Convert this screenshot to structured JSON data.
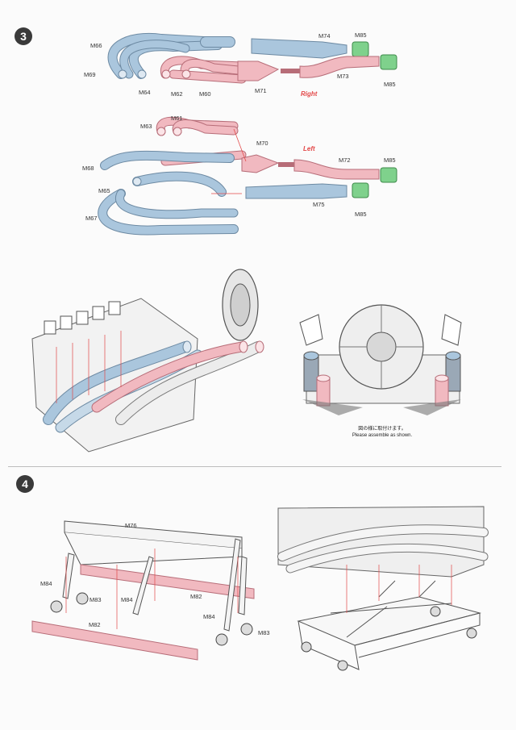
{
  "step3": {
    "number": "3",
    "side_right": "Right",
    "side_left": "Left",
    "labels": {
      "m66": "M66",
      "m69": "M69",
      "m64": "M64",
      "m62": "M62",
      "m60": "M60",
      "m71": "M71",
      "m74": "M74",
      "m85_a": "M85",
      "m73": "M73",
      "m85_b": "M85",
      "m63": "M63",
      "m61": "M61",
      "m70": "M70",
      "m68": "M68",
      "m72": "M72",
      "m85_c": "M85",
      "m65": "M65",
      "m67": "M67",
      "m75": "M75",
      "m85_d": "M85"
    },
    "note_ja": "図の様に取付けます。",
    "note_en": "Please assemble as shown."
  },
  "step4": {
    "number": "4",
    "labels": {
      "m76": "M76",
      "m84_a": "M84",
      "m83_a": "M83",
      "m84_b": "M84",
      "m82_a": "M82",
      "m82_b": "M82",
      "m84_c": "M84",
      "m83_b": "M83"
    }
  },
  "colors": {
    "blue_pipe": "#aac6dd",
    "pink_pipe": "#f1b9c0",
    "green_tip": "#7fd18c",
    "accent_red": "#e34848"
  }
}
